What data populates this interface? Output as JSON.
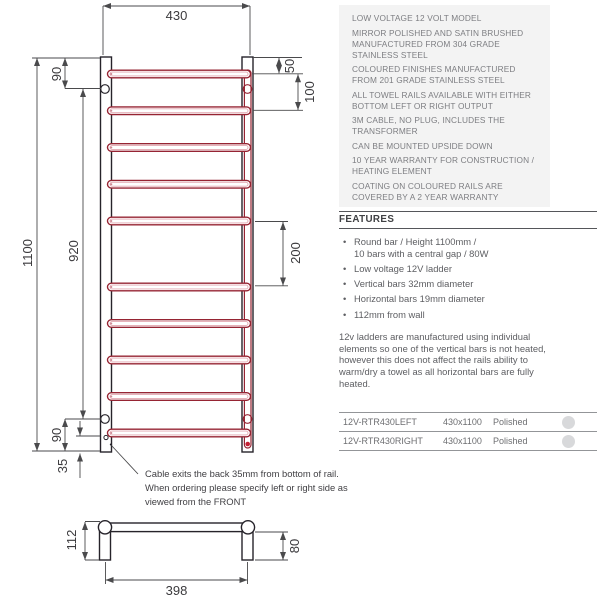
{
  "drawing": {
    "dims": {
      "overall_width": "430",
      "overall_height": "1100",
      "inner_height": "920",
      "top_bracket_offset": "90",
      "first_rail_offset": "50",
      "rail_spacing": "100",
      "central_gap": "200",
      "bottom_bracket_offset": "90",
      "cable_offset": "35",
      "wall_depth": "112",
      "bracket_depth": "80",
      "bracket_centres": "398"
    },
    "cable_note": "Cable exits the back 35mm from bottom of rail. When ordering please specify left or right side as viewed from the FRONT"
  },
  "specs": {
    "items": [
      "LOW VOLTAGE 12 VOLT MODEL",
      "MIRROR POLISHED AND SATIN BRUSHED MANUFACTURED FROM 304 GRADE STAINLESS STEEL",
      "COLOURED FINISHES MANUFACTURED FROM 201 GRADE STAINLESS STEEL",
      "ALL TOWEL RAILS AVAILABLE WITH EITHER BOTTOM LEFT OR RIGHT OUTPUT",
      "3M CABLE, NO PLUG, INCLUDES THE TRANSFORMER",
      "CAN BE MOUNTED UPSIDE DOWN",
      "10 YEAR WARRANTY FOR CONSTRUCTION / HEATING ELEMENT",
      "COATING ON COLOURED RAILS ARE COVERED BY A 2 YEAR WARRANTY"
    ]
  },
  "features": {
    "title": "FEATURES",
    "items": [
      "Round bar / Height 1100mm /\n10 bars with a central gap / 80W",
      "Low voltage 12V ladder",
      "Vertical bars 32mm diameter",
      "Horizontal bars 19mm diameter",
      "112mm from wall"
    ]
  },
  "description": "12v ladders are manufactured using individual elements so one of the vertical bars is not heated, however this does not affect the rails ability to warm/dry a towel as all horizontal bars are fully heated.",
  "products": {
    "rows": [
      {
        "code": "12V-RTR430LEFT",
        "size": "430x1100",
        "finish": "Polished"
      },
      {
        "code": "12V-RTR430RIGHT",
        "size": "430x1100",
        "finish": "Polished"
      }
    ]
  },
  "colors": {
    "heated_rail_red": "#962433",
    "line_black": "#26232a",
    "panel_grey": "#f3f3f3",
    "swatch_grey": "#d8d9db"
  }
}
